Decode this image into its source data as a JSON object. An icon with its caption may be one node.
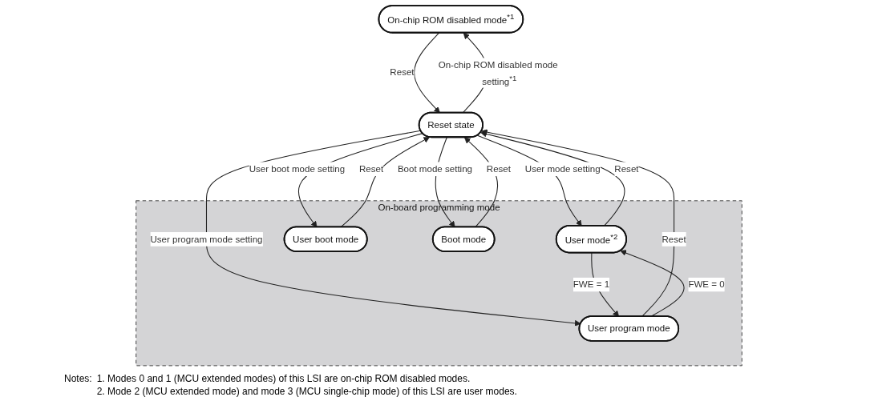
{
  "diagram": {
    "nodes": [
      {
        "text": [
          "On-chip ROM disabled mode$^{*1}$"
        ]
      },
      {
        "text": [
          "Reset state"
        ]
      },
      {
        "text": [
          "On-board programming mode"
        ]
      },
      {
        "text": [
          "User mode$^{*2}$"
        ],
        "in": 2
      },
      {
        "text": [
          "User program mode"
        ],
        "in": 2
      },
      {
        "text": [
          "User boot mode"
        ],
        "in": 2
      },
      {
        "text": [
          "Boot mode"
        ],
        "in": 2
      }
    ],
    "edges": [
      {
        "from": 0,
        "to": 1,
        "arrow": "to",
        "label": "Reset"
      },
      {
        "from": 1,
        "to": 0,
        "arrow": "to",
        "label": "On-chip ROM disabled mode setting$^{*1}$"
      },
      {
        "from": 3,
        "to": 1,
        "arrow": "to",
        "label": "Reset"
      },
      {
        "from": 1,
        "to": 3,
        "arrow": "to",
        "label": "User mode setting"
      },
      {
        "from": 4,
        "to": 1,
        "arrow": "to",
        "label": "Reset"
      },
      {
        "from": 1,
        "to": 4,
        "arrow": "to",
        "label": "User program mode setting"
      },
      {
        "from": 5,
        "to": 1,
        "arrow": "to",
        "label": "Reset"
      },
      {
        "from": 1,
        "to": 5,
        "arrow": "to",
        "label": "User boot mode setting"
      },
      {
        "from": 6,
        "to": 1,
        "arrow": "to",
        "label": "Reset"
      },
      {
        "from": 1,
        "to": 6,
        "arrow": "to",
        "label": "Boot mode setting"
      },
      {
        "from": 3,
        "to": 4,
        "arrow": "to",
        "label": "FWE = 1"
      },
      {
        "from": 4,
        "to": 3,
        "arrow": "to",
        "label": "FWE = 0"
      }
    ],
    "labels": [
      "Notes:",
      "1. Modes 0 and 1 (MCU extended modes) of this LSI are on-chip ROM disabled modes.",
      "2. Mode 2 (MCU extended mode) and mode 3 (MCU single-chip mode) of this LSI are user modes."
    ]
  }
}
